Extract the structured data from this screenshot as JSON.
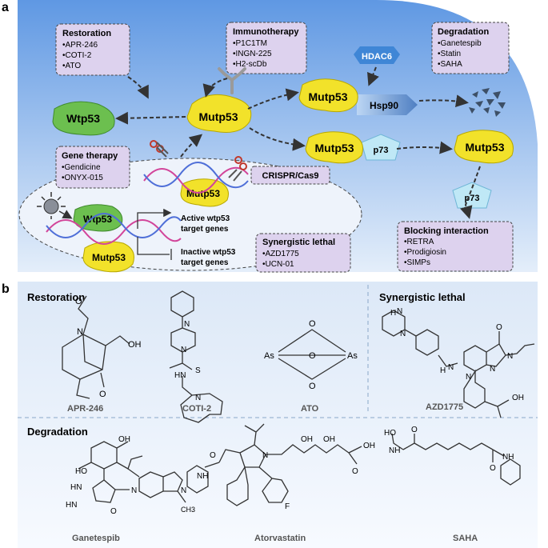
{
  "panel_a": {
    "label": "a",
    "restoration": {
      "title": "Restoration",
      "items": [
        "•APR-246",
        "•COTI-2",
        "•ATO"
      ]
    },
    "immunotherapy": {
      "title": "Immunotherapy",
      "items": [
        "•P1C1TM",
        "•INGN-225",
        "•H2-scDb"
      ]
    },
    "degradation": {
      "title": "Degradation",
      "items": [
        "•Ganetespib",
        "•Statin",
        "•SAHA"
      ]
    },
    "gene_therapy": {
      "title": "Gene therapy",
      "items": [
        "•Gendicine",
        "•ONYX-015"
      ]
    },
    "synergistic_lethal": {
      "title": "Synergistic lethal",
      "items": [
        "•AZD1775",
        "•UCN-01"
      ]
    },
    "blocking_interaction": {
      "title": "Blocking interaction",
      "items": [
        "•RETRA",
        "•Prodigiosin",
        "•SIMPs"
      ]
    },
    "crispr": "CRISPR/Cas9",
    "hdac6": "HDAC6",
    "hsp90": "Hsp90",
    "p73": "p73",
    "wtp53": "Wtp53",
    "mutp53": "Mutp53",
    "active_genes": [
      "Active wtp53",
      "target genes"
    ],
    "inactive_genes": [
      "Inactive wtp53",
      "target genes"
    ]
  },
  "panel_b": {
    "label": "b",
    "restoration_title": "Restoration",
    "synergistic_title": "Synergistic lethal",
    "degradation_title": "Degradation",
    "compounds": [
      "APR-246",
      "COTI-2",
      "ATO",
      "AZD1775",
      "Ganetespib",
      "Atorvastatin",
      "SAHA"
    ],
    "atoms": {
      "N": "N",
      "O": "O",
      "OH": "OH",
      "S": "S",
      "As": "As",
      "HN": "HN",
      "NH": "NH",
      "H": "H",
      "HO": "HO",
      "F": "F",
      "CH3": "CH3"
    }
  },
  "colors": {
    "blue_top": "#6aa0e6",
    "blue_bottom": "#dbe8f8",
    "box_fill": "#ddd2ee",
    "mut_yellow": "#f2e22a",
    "wt_green": "#6cbf4f",
    "p73_fill": "#bfe8f6",
    "hdac_blue": "#3f86d6"
  }
}
